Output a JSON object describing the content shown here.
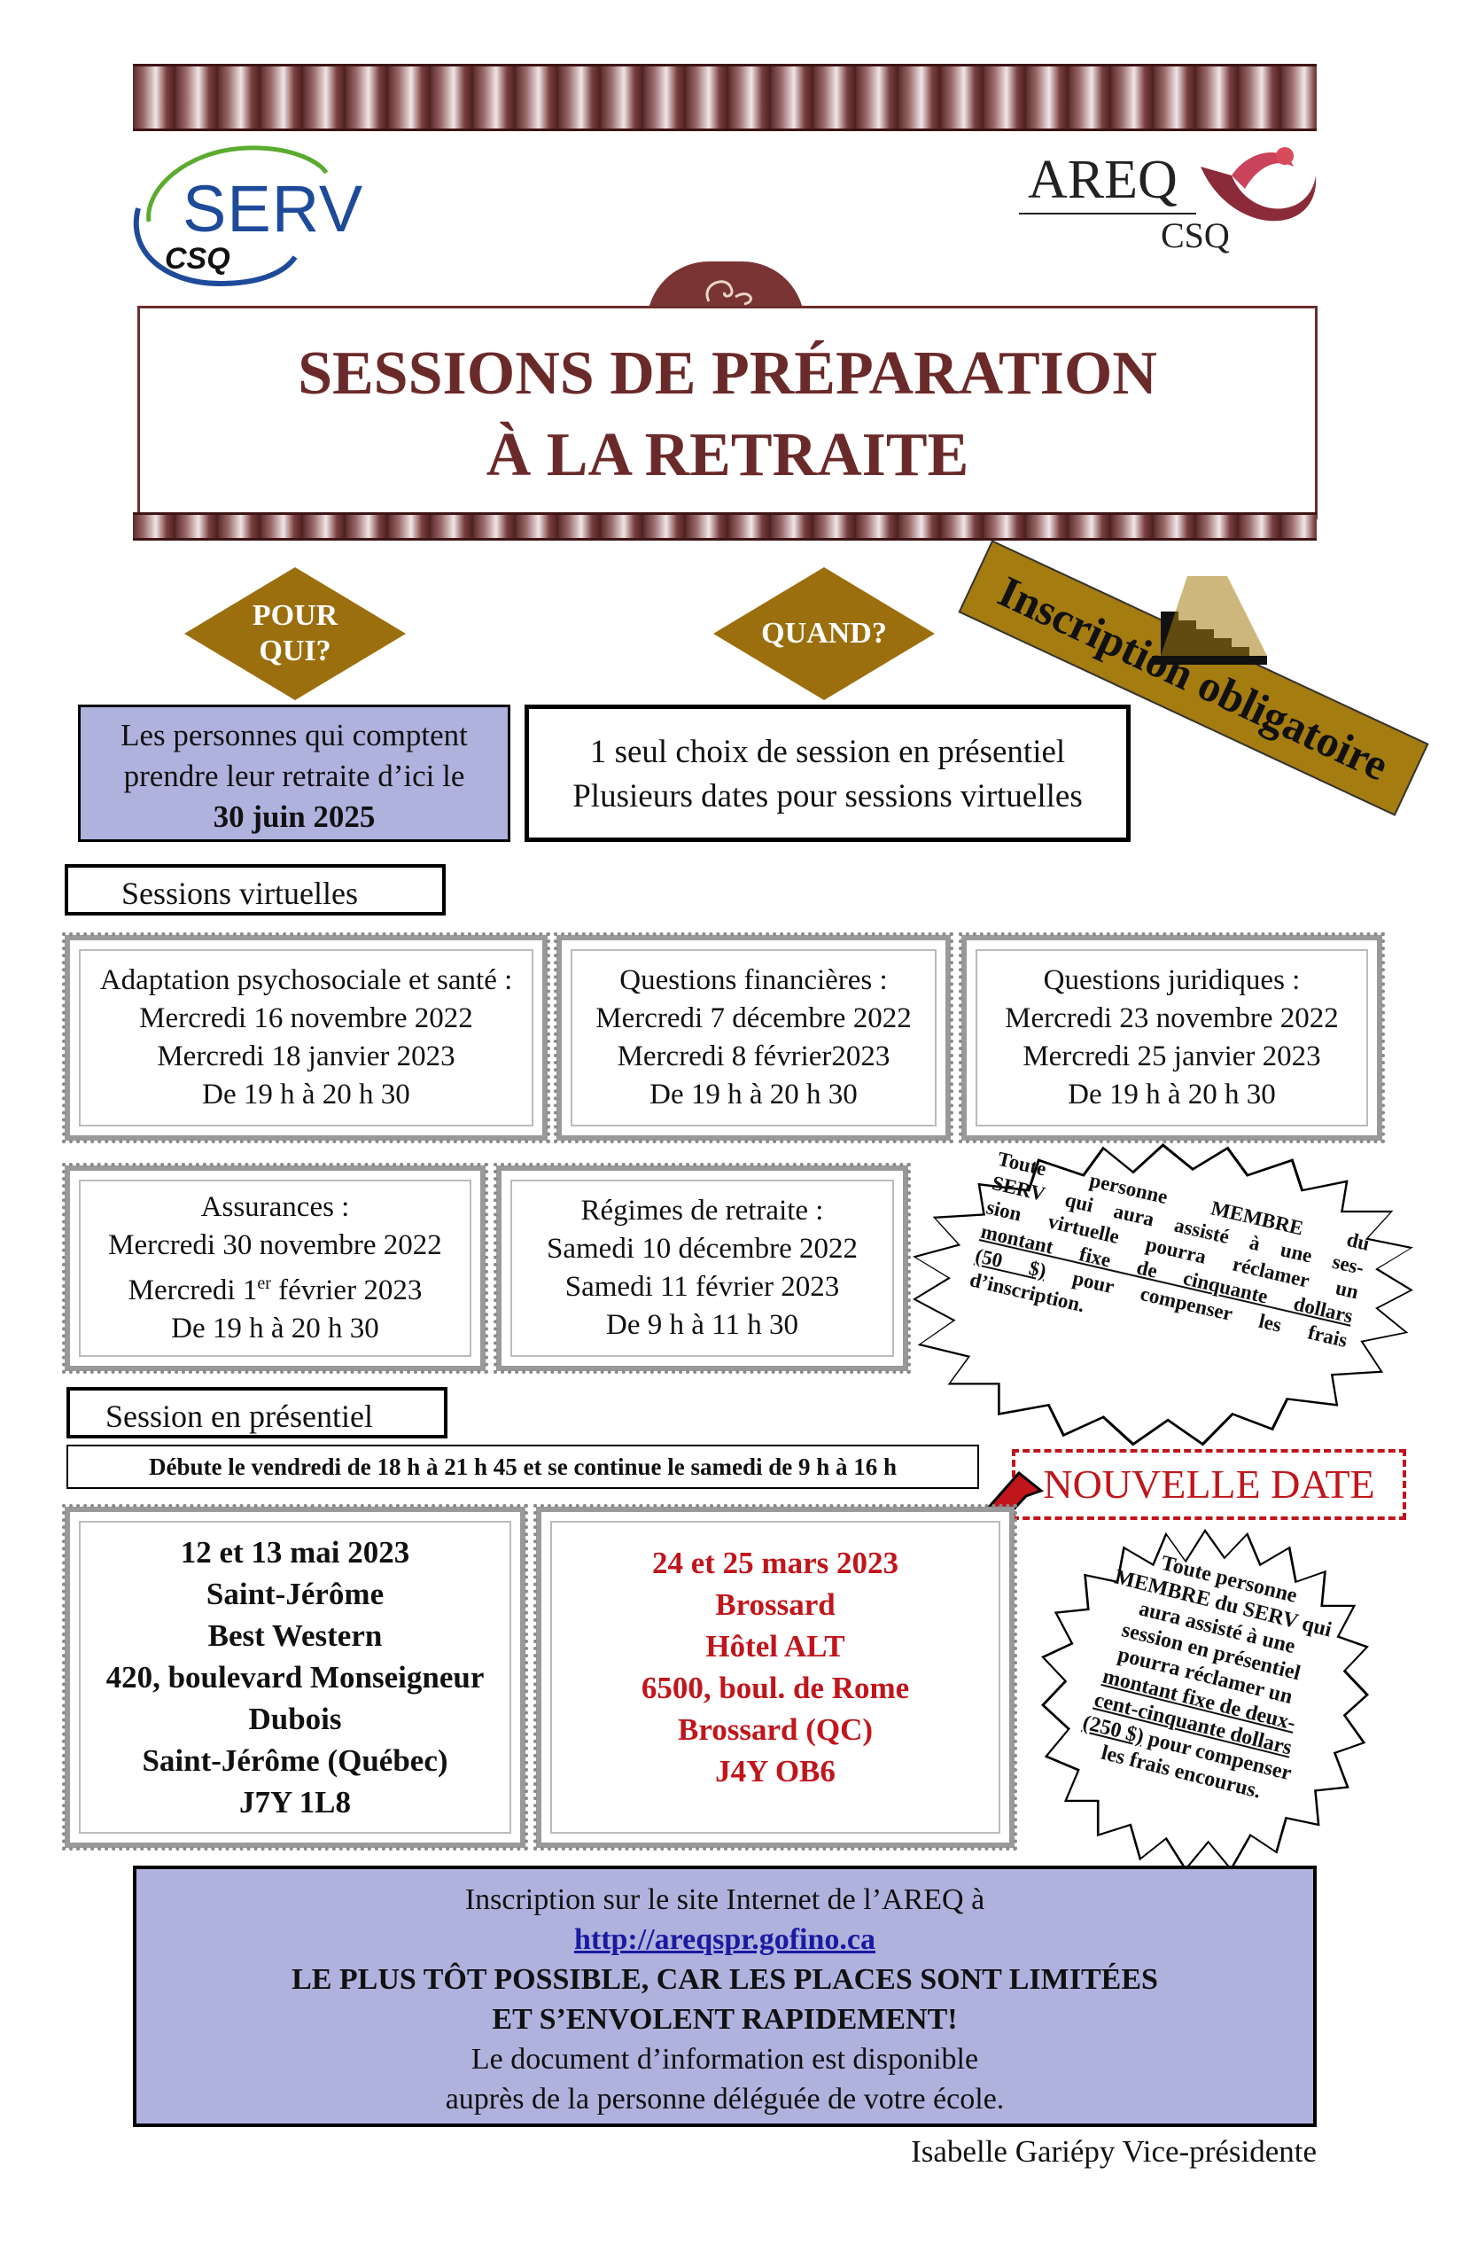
{
  "logos": {
    "serv": {
      "main": "SERV",
      "sub": "CSQ"
    },
    "areq": {
      "main": "AREQ",
      "sub": "CSQ"
    }
  },
  "title": {
    "line1": "SESSIONS DE PRÉPARATION",
    "line2": "À LA RETRAITE"
  },
  "diamonds": {
    "pour_qui": "POUR QUI?",
    "quand": "QUAND?"
  },
  "inscription_banner": "Inscription obligatoire",
  "pour_qui_box": {
    "line1": "Les personnes qui comptent",
    "line2": "prendre leur retraite d’ici le",
    "line3": "30 juin 2025"
  },
  "quand_box": {
    "line1": "1 seul choix de session en présentiel",
    "line2": "Plusieurs dates pour sessions virtuelles"
  },
  "virtual_label": "Sessions virtuelles",
  "virtual_sessions": [
    {
      "title": "Adaptation psychosociale et santé :",
      "date1": "Mercredi 16 novembre 2022",
      "date2": "Mercredi 18 janvier 2023",
      "time": "De 19 h à 20 h 30"
    },
    {
      "title": "Questions financières :",
      "date1": "Mercredi 7 décembre 2022",
      "date2": "Mercredi 8 février2023",
      "time": "De 19 h à 20 h 30"
    },
    {
      "title": "Questions juridiques :",
      "date1": "Mercredi 23 novembre 2022",
      "date2": "Mercredi 25 janvier 2023",
      "time": "De 19 h à 20 h 30"
    },
    {
      "title": "Assurances :",
      "date1": "Mercredi 30 novembre 2022",
      "date2_pre": "Mercredi 1",
      "date2_sup": "er",
      "date2_post": " février 2023",
      "time": "De 19 h à 20 h 30"
    },
    {
      "title": "Régimes de retraite :",
      "date1": "Samedi 10 décembre 2022",
      "date2": "Samedi 11 février 2023",
      "time": "De 9 h à 11 h 30"
    }
  ],
  "burst_virtual": {
    "l1": "Toute personne MEMBRE du",
    "l2": "SERV qui aura assisté à une ses-",
    "l3": "sion virtuelle pourra réclamer un",
    "l4": "montant fixe de cinquante dollars",
    "l5a": "(50 $)",
    "l5b": " pour compenser les frais",
    "l6": "d’inscription."
  },
  "presentiel_label": "Session en présentiel",
  "presentiel_schedule": "Débute le vendredi de 18 h à 21 h 45 et se continue le samedi de 9 h à 16 h",
  "nouvelle_date": "NOUVELLE DATE",
  "presentiel_sessions": [
    {
      "dates": "12 et 13 mai 2023",
      "city": "Saint-Jérôme",
      "venue": "Best Western",
      "address1": "420, boulevard Monseigneur",
      "address2": "Dubois",
      "city_prov": "Saint-Jérôme (Québec)",
      "postal": "J7Y 1L8"
    },
    {
      "dates": "24 et 25 mars 2023",
      "city": "Brossard",
      "venue": "Hôtel ALT",
      "address1": "6500, boul. de Rome",
      "city_prov": "Brossard (QC)",
      "postal": "J4Y OB6"
    }
  ],
  "burst_presentiel": {
    "l1": "Toute personne",
    "l2": "MEMBRE du SERV qui",
    "l3": "aura assisté à une",
    "l4": "session en présentiel",
    "l5": "pourra réclamer un",
    "l6": "montant fixe de deux-",
    "l7": "cent-cinquante dollars",
    "l8a": "(250 $)",
    "l8b": " pour compenser",
    "l9": "les frais encourus."
  },
  "footer": {
    "line1": "Inscription sur le site Internet de l’AREQ à",
    "link": "http://areqspr.gofino.ca",
    "line3": "LE PLUS TÔT POSSIBLE, CAR LES PLACES SONT LIMITÉES",
    "line4": "ET S’ENVOLENT RAPIDEMENT!",
    "line5": "Le document d’information est disponible",
    "line6": "auprès de la personne déléguée de votre école."
  },
  "signature": "Isabelle Gariépy Vice-présidente",
  "colors": {
    "accent_maroon": "#6b2a2a",
    "diamond_gold": "#9b6f0d",
    "lavender": "#b0b2de",
    "red": "#c0161b"
  }
}
